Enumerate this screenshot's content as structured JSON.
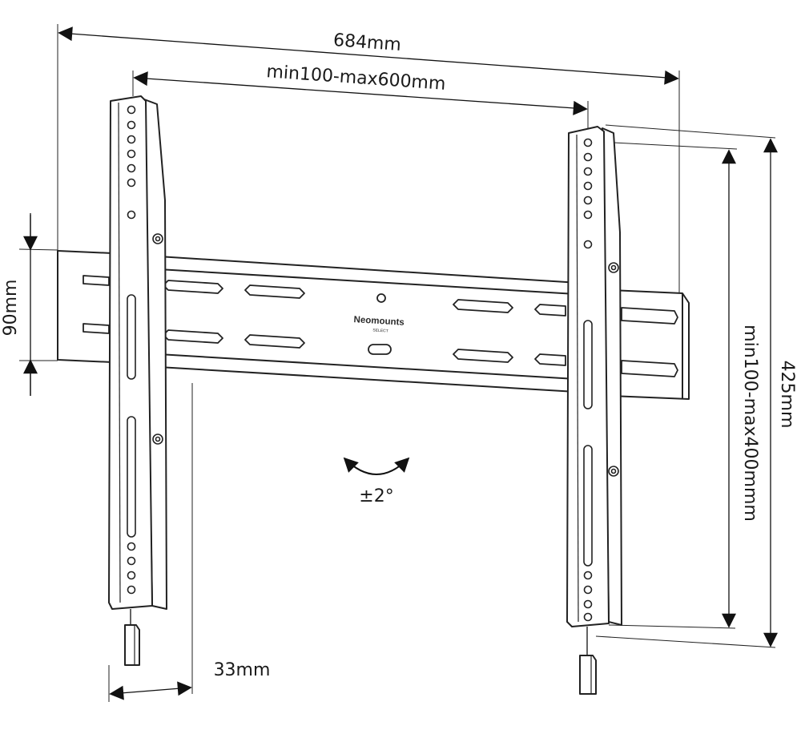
{
  "dimensions": {
    "overall_width": "684mm",
    "hole_spacing_horizontal": "min100-max600mm",
    "rail_height": "90mm",
    "hole_spacing_vertical": "min100-max400mmm",
    "overall_height": "425mm",
    "wall_distance": "33mm",
    "tilt": "±2°"
  },
  "brand": {
    "name": "Neomounts",
    "line": "SELECT"
  }
}
